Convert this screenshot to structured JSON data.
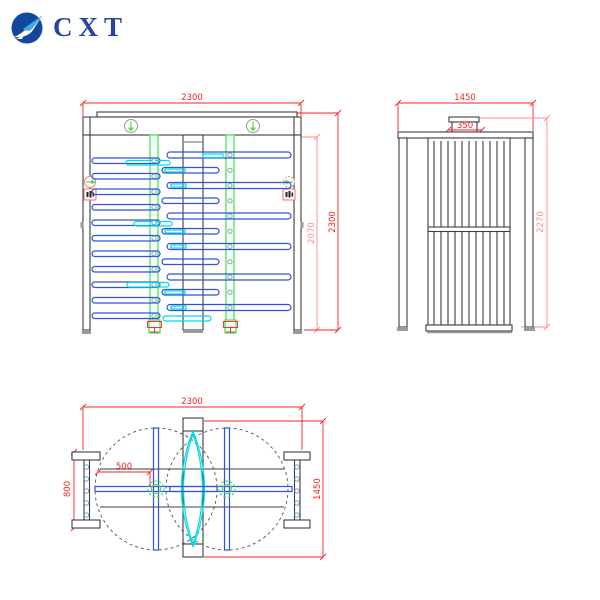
{
  "brand": {
    "name": "CXT"
  },
  "views": {
    "front": {
      "dim_width": "2300",
      "dim_body_height": "2070",
      "dim_total_height": "2300"
    },
    "side": {
      "dim_width": "1450",
      "dim_cap_width": "350",
      "dim_height": "2270"
    },
    "plan": {
      "dim_width": "2300",
      "dim_depth": "1450",
      "dim_arm_length": "500",
      "dim_frame_depth": "800"
    }
  },
  "colors": {
    "dim_red": "#ff1f1f",
    "dim_pink": "#ff8a8a",
    "outline_dark": "#3d3d3d",
    "rotor_blue": "#3350de",
    "accent_cyan": "#00d9e9",
    "post_green": "#44dd55",
    "brand_blue": "#27459c",
    "logo_circle_blue": "#11489c",
    "logo_swoosh_light": "#47a8e0"
  }
}
